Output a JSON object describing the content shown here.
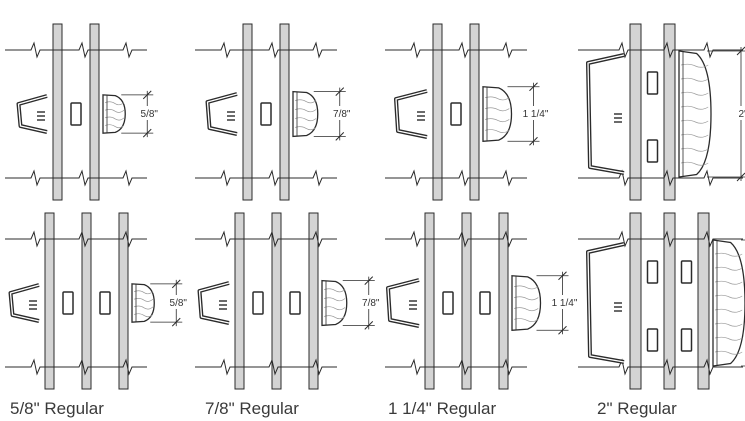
{
  "colors": {
    "line": "#2b2b2b",
    "stud": "#d4d4d4",
    "wall": "#ffffff",
    "caption": "#3a3a3a",
    "wood_grain": "#9a9a9a"
  },
  "sizes": [
    {
      "caption": "5/8\" Regular",
      "dimension": "5/8\"",
      "height_in": 0.625
    },
    {
      "caption": "7/8\" Regular",
      "dimension": "7/8\"",
      "height_in": 0.875
    },
    {
      "caption": "1 1/4\" Regular",
      "dimension": "1 1/4\"",
      "height_in": 1.25
    },
    {
      "caption": "2\" Regular",
      "dimension": "2\"",
      "height_in": 2
    }
  ],
  "rows": [
    {
      "label": "single-stud-wall",
      "stud_count": 2
    },
    {
      "label": "double-stud-wall",
      "stud_count": 3
    }
  ]
}
